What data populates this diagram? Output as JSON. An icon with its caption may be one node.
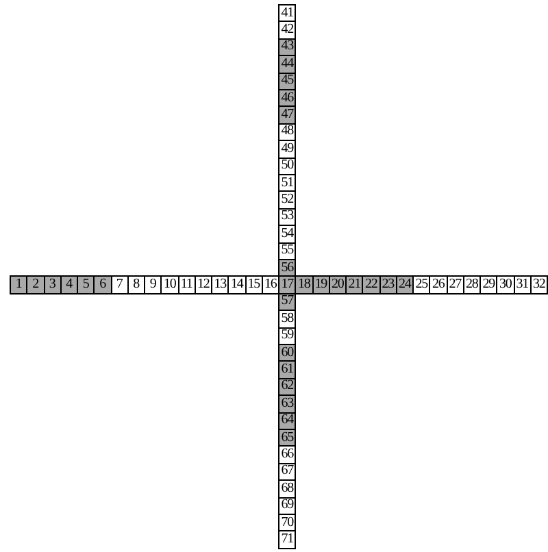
{
  "diagram": {
    "nodes": [
      {
        "text": [
          "41"
        ]
      },
      {
        "text": [
          "42"
        ]
      },
      {
        "text": [
          "43"
        ]
      },
      {
        "text": [
          "44"
        ]
      },
      {
        "text": [
          "45"
        ]
      },
      {
        "text": [
          "46"
        ]
      },
      {
        "text": [
          "47"
        ]
      },
      {
        "text": [
          "48"
        ]
      },
      {
        "text": [
          "49"
        ]
      },
      {
        "text": [
          "50"
        ]
      },
      {
        "text": [
          "51"
        ]
      },
      {
        "text": [
          "52"
        ]
      },
      {
        "text": [
          "53"
        ]
      },
      {
        "text": [
          "54"
        ]
      },
      {
        "text": [
          "55"
        ]
      },
      {
        "text": [
          "56"
        ]
      },
      {
        "text": [
          "1"
        ]
      },
      {
        "text": [
          "2"
        ]
      },
      {
        "text": [
          "3"
        ]
      },
      {
        "text": [
          "4"
        ]
      },
      {
        "text": [
          "5"
        ]
      },
      {
        "text": [
          "6"
        ]
      },
      {
        "text": [
          "7"
        ]
      },
      {
        "text": [
          "8"
        ]
      },
      {
        "text": [
          "9"
        ]
      },
      {
        "text": [
          "10"
        ]
      },
      {
        "text": [
          "11"
        ]
      },
      {
        "text": [
          "12"
        ]
      },
      {
        "text": [
          "13"
        ]
      },
      {
        "text": [
          "14"
        ]
      },
      {
        "text": [
          "15"
        ]
      },
      {
        "text": [
          "16"
        ]
      },
      {
        "text": [
          "17"
        ]
      },
      {
        "text": [
          "18"
        ]
      },
      {
        "text": [
          "19"
        ]
      },
      {
        "text": [
          "20"
        ]
      },
      {
        "text": [
          "21"
        ]
      },
      {
        "text": [
          "22"
        ]
      },
      {
        "text": [
          "23"
        ]
      },
      {
        "text": [
          "24"
        ]
      },
      {
        "text": [
          "25"
        ]
      },
      {
        "text": [
          "26"
        ]
      },
      {
        "text": [
          "27"
        ]
      },
      {
        "text": [
          "28"
        ]
      },
      {
        "text": [
          "29"
        ]
      },
      {
        "text": [
          "30"
        ]
      },
      {
        "text": [
          "31"
        ]
      },
      {
        "text": [
          "32"
        ]
      },
      {
        "text": [
          "57"
        ]
      },
      {
        "text": [
          "58"
        ]
      },
      {
        "text": [
          "59"
        ]
      },
      {
        "text": [
          "60"
        ]
      },
      {
        "text": [
          "61"
        ]
      },
      {
        "text": [
          "62"
        ]
      },
      {
        "text": [
          "63"
        ]
      },
      {
        "text": [
          "64"
        ]
      },
      {
        "text": [
          "65"
        ]
      },
      {
        "text": [
          "66"
        ]
      },
      {
        "text": [
          "67"
        ]
      },
      {
        "text": [
          "68"
        ]
      },
      {
        "text": [
          "69"
        ]
      },
      {
        "text": [
          "70"
        ]
      },
      {
        "text": [
          "71"
        ]
      }
    ],
    "edges": []
  }
}
